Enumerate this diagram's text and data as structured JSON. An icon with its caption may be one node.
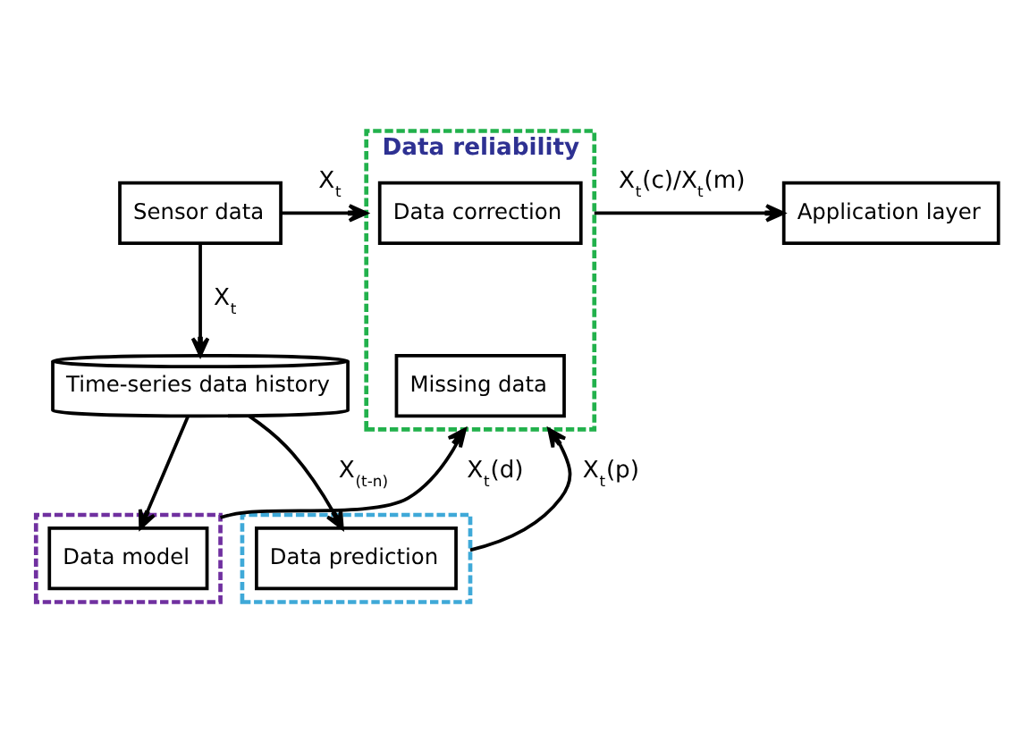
{
  "diagram": {
    "nodes": [
      {
        "text": [
          "Sensor data"
        ]
      },
      {
        "text": [
          "Data reliability"
        ]
      },
      {
        "text": [
          "Data correction"
        ],
        "in": 1
      },
      {
        "text": [
          "Missing data"
        ],
        "in": 1
      },
      {
        "text": [
          "Application layer"
        ]
      },
      {
        "text": [],
        "shape": "box"
      },
      {
        "text": [
          "Data model"
        ],
        "in": 5
      },
      {
        "text": [],
        "shape": "box"
      },
      {
        "text": [
          "Time-series data history"
        ]
      },
      {
        "text": [
          "Data prediction"
        ],
        "in": 7
      }
    ],
    "edges": [
      {
        "from": 0,
        "to": 1,
        "arrow": "to",
        "label": "X$_{t}$"
      },
      {
        "from": 1,
        "to": 4,
        "arrow": "to",
        "label": "X$_{t}$(c)/X$_{t}$(m)"
      },
      {
        "from": 0,
        "to": 8,
        "arrow": "to",
        "label": "X$_{t}$"
      },
      {
        "from": 5,
        "to": 1,
        "arrow": "to",
        "label": "X$_{t}$(d)"
      },
      {
        "from": 7,
        "to": 1,
        "arrow": "to",
        "label": "X$_{t}$(p)"
      },
      {
        "from": 8,
        "to": 6,
        "arrow": "to"
      },
      {
        "from": 8,
        "to": 9,
        "arrow": "to",
        "label": "X$_{(t-n)}$"
      }
    ]
  }
}
